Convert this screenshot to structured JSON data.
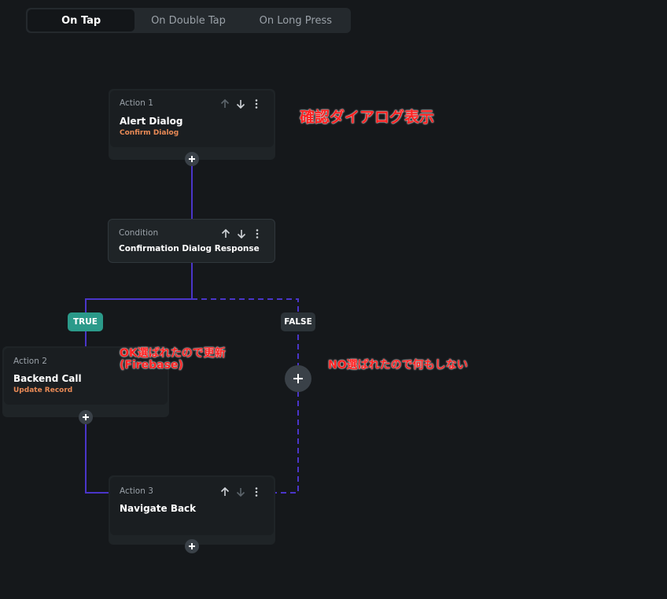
{
  "tabs": [
    {
      "label": "On Tap",
      "active": true
    },
    {
      "label": "On Double Tap",
      "active": false
    },
    {
      "label": "On Long Press",
      "active": false
    }
  ],
  "actions": {
    "action1": {
      "kicker": "Action 1",
      "title": "Alert Dialog",
      "subtitle": "Confirm Dialog"
    },
    "condition": {
      "kicker": "Condition",
      "title": "Confirmation Dialog Response"
    },
    "action2": {
      "kicker": "Action 2",
      "title": "Backend Call",
      "subtitle": "Update Record"
    },
    "action3": {
      "kicker": "Action 3",
      "title": "Navigate Back"
    }
  },
  "branches": {
    "true_label": "TRUE",
    "false_label": "FALSE"
  },
  "annotations": {
    "confirm_dialog": "確認ダイアログ表示",
    "ok_selected_line1": "OK選ばれたので更新",
    "ok_selected_line2": "(Firebase)",
    "no_selected": "NO選ばれたので何もしない"
  },
  "icons": {
    "up": "arrow-up-icon",
    "down": "arrow-down-icon",
    "more": "more-vertical-icon",
    "add": "plus-icon"
  },
  "colors": {
    "background": "#15181b",
    "connector": "#4a35c9",
    "true_badge": "#2b9a8a",
    "subtitle": "#e98a56",
    "annotation": "#ff2020"
  }
}
